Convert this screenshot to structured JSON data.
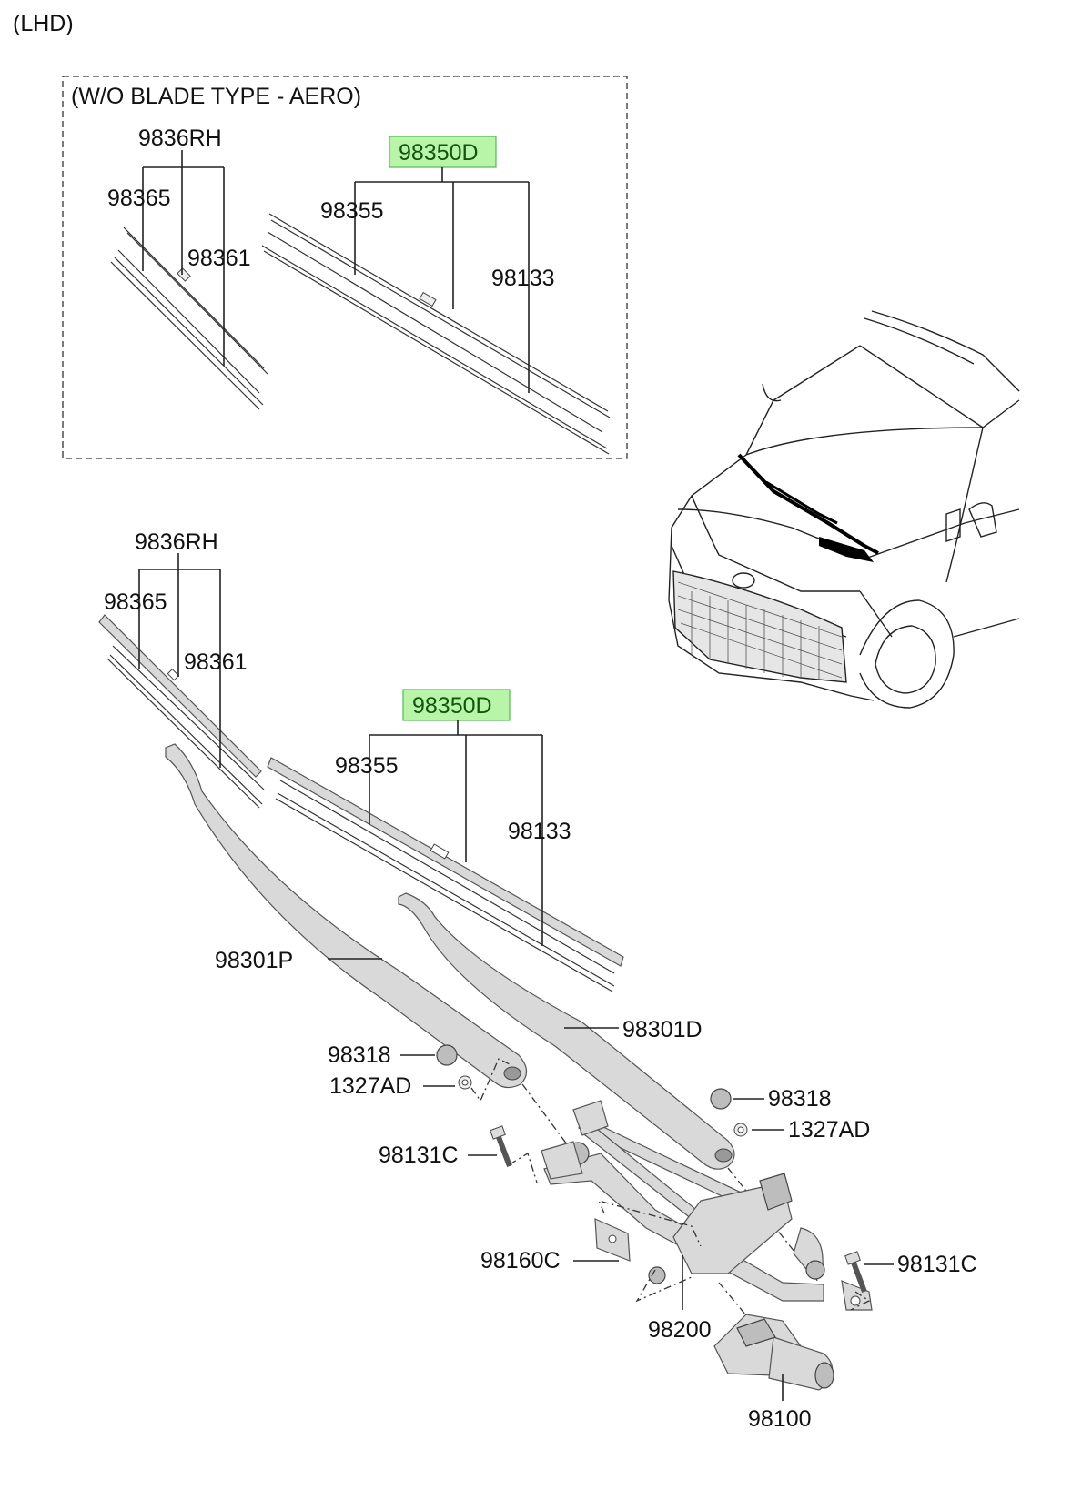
{
  "header": {
    "variant": "(LHD)"
  },
  "inset": {
    "title": "(W/O BLADE TYPE - AERO)"
  },
  "highlight_color": "#b8f5a8",
  "labels": {
    "inset_rh_blade": "9836RH",
    "inset_rh_insert": "98365",
    "inset_rh_refill": "98361",
    "inset_main_blade": "98350D",
    "inset_main_insert": "98355",
    "inset_main_refill": "98133",
    "rh_blade": "9836RH",
    "rh_insert": "98365",
    "rh_refill": "98361",
    "main_blade": "98350D",
    "main_insert": "98355",
    "main_refill": "98133",
    "arm_passenger": "98301P",
    "arm_driver": "98301D",
    "cap_left": "98318",
    "nut_left": "1327AD",
    "cap_right": "98318",
    "nut_right": "1327AD",
    "bolt_left": "98131C",
    "bolt_right": "98131C",
    "bracket": "98160C",
    "linkage": "98200",
    "motor": "98100"
  }
}
